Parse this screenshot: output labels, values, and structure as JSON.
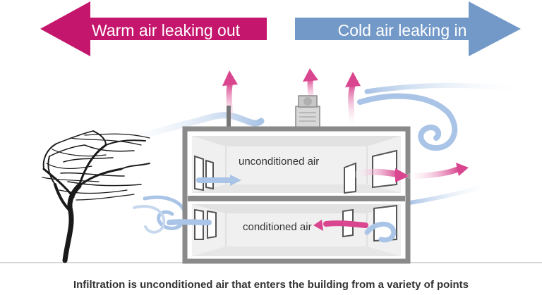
{
  "arrows": {
    "warm_out": {
      "label": "Warm air leaking out",
      "color": "#c4166d"
    },
    "cold_in": {
      "label": "Cold air leaking in",
      "color": "#7399c8"
    }
  },
  "rooms": {
    "upper": {
      "label": "unconditioned air"
    },
    "lower": {
      "label": "conditioned air"
    }
  },
  "caption": "Infiltration is unconditioned air that enters the building from a variety of points",
  "colors": {
    "warm_flow": "#d9468f",
    "cold_flow": "#a9c4e6",
    "building_wall": "#8a8a8a",
    "room_fill": "#ededed",
    "tree": "#1a1a1a"
  }
}
